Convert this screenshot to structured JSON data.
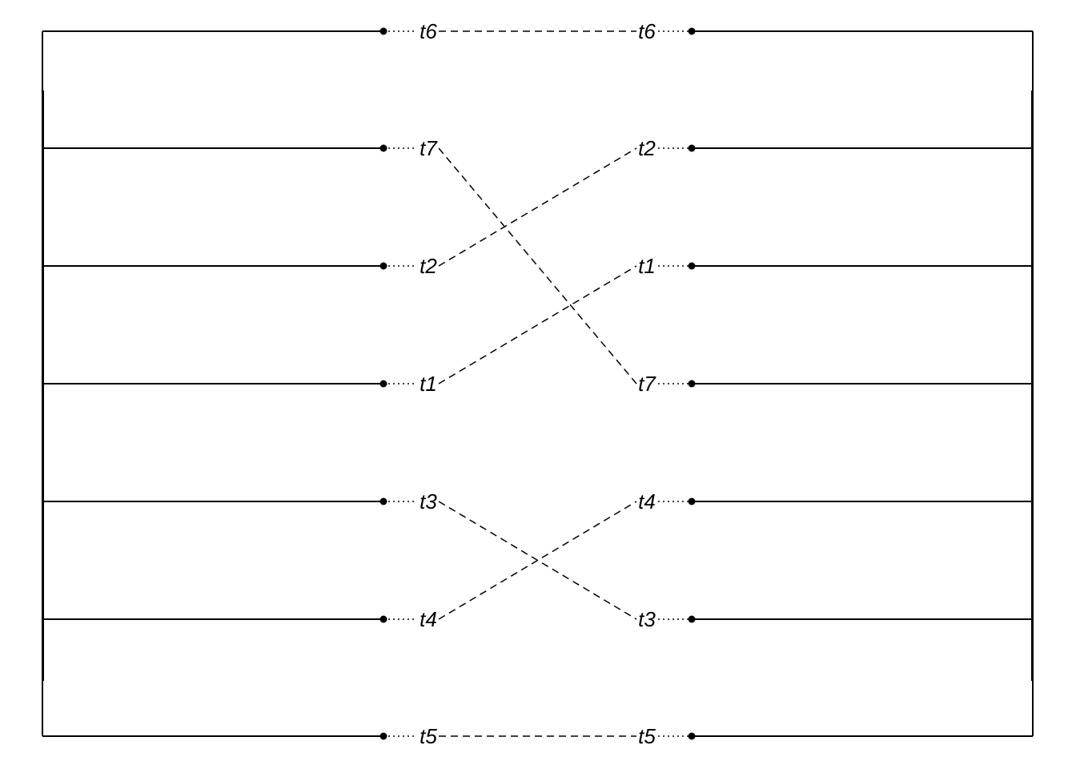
{
  "diagram": {
    "type": "tanglegram",
    "left_labels": [
      "t6",
      "t7",
      "t2",
      "t1",
      "t3",
      "t4",
      "t5"
    ],
    "right_labels": [
      "t6",
      "t2",
      "t1",
      "t7",
      "t4",
      "t3",
      "t5"
    ],
    "colors": {
      "line": "#000000",
      "background": "#ffffff"
    }
  }
}
